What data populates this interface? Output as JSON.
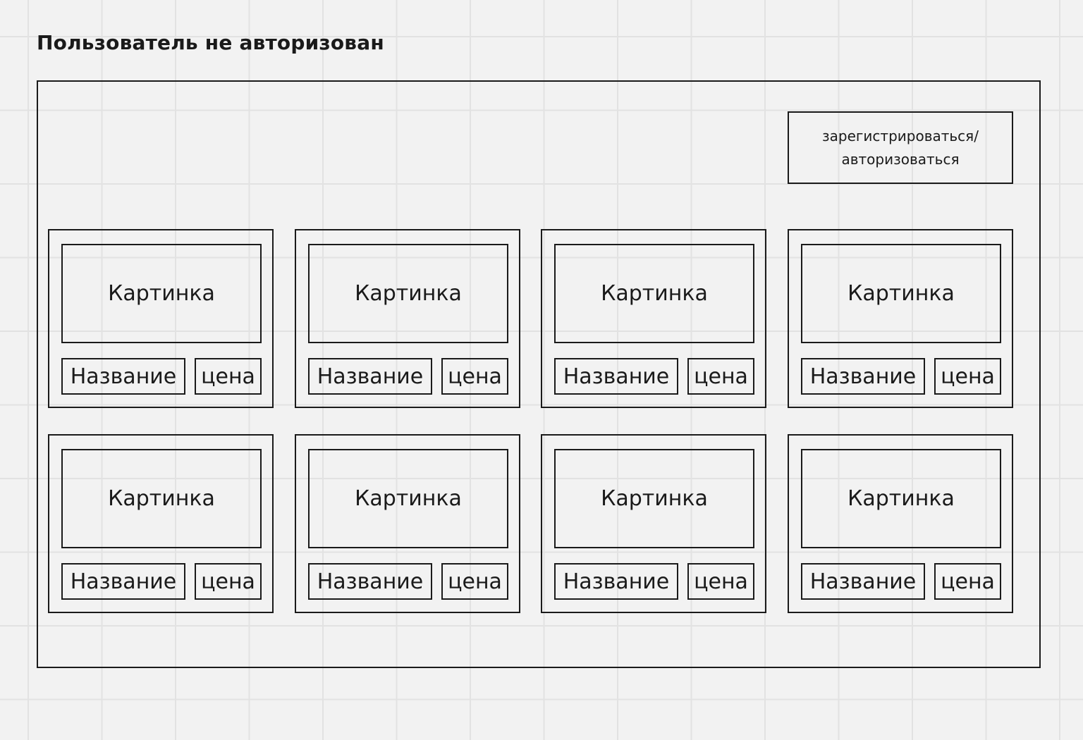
{
  "title": "Пользователь не авторизован",
  "auth_button": {
    "label": "зарегистрироваться/ авторизоваться"
  },
  "cards": [
    {
      "image_label": "Картинка",
      "name_label": "Название",
      "price_label": "цена"
    },
    {
      "image_label": "Картинка",
      "name_label": "Название",
      "price_label": "цена"
    },
    {
      "image_label": "Картинка",
      "name_label": "Название",
      "price_label": "цена"
    },
    {
      "image_label": "Картинка",
      "name_label": "Название",
      "price_label": "цена"
    },
    {
      "image_label": "Картинка",
      "name_label": "Название",
      "price_label": "цена"
    },
    {
      "image_label": "Картинка",
      "name_label": "Название",
      "price_label": "цена"
    },
    {
      "image_label": "Картинка",
      "name_label": "Название",
      "price_label": "цена"
    },
    {
      "image_label": "Картинка",
      "name_label": "Название",
      "price_label": "цена"
    }
  ]
}
